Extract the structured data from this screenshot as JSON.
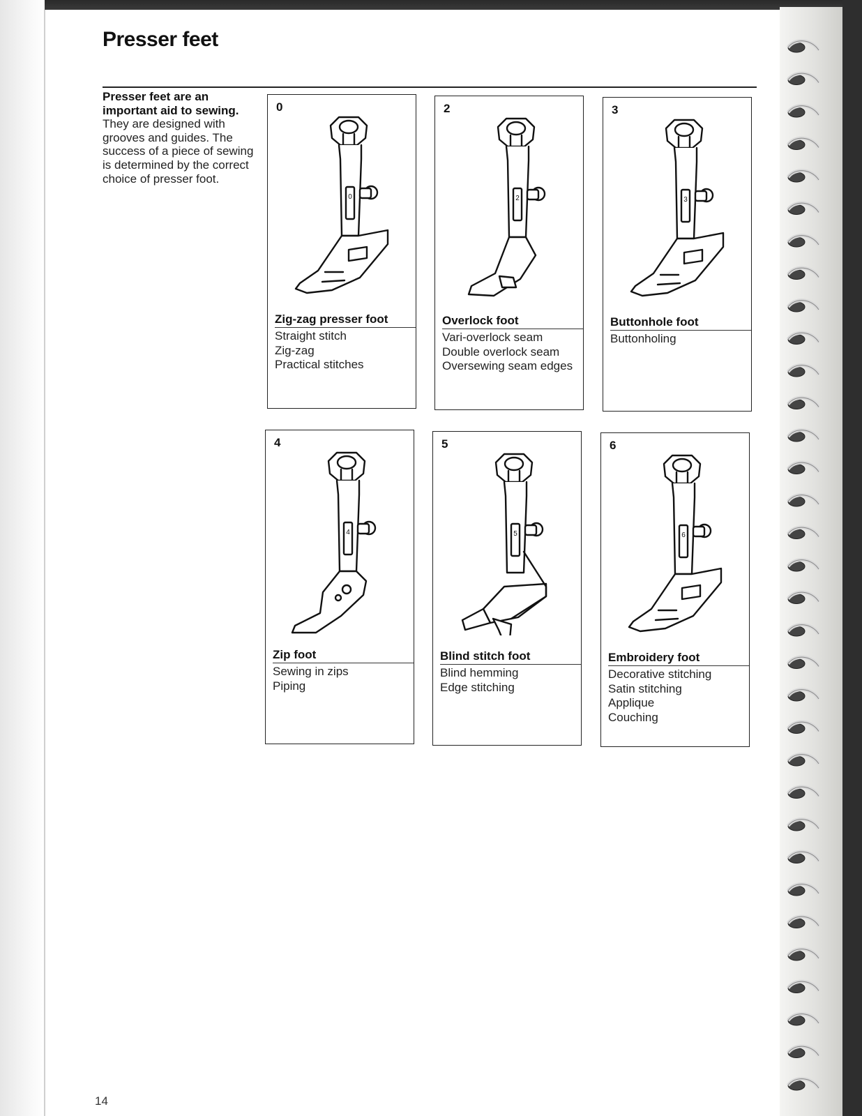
{
  "page": {
    "title": "Presser feet",
    "page_number": "14",
    "intro_lead": "Presser feet are an important aid to sewing.",
    "intro_body": "They are designed with grooves and guides. The success of a piece of sewing is determined by the correct choice of presser foot."
  },
  "feet": [
    {
      "number": "0",
      "name": "Zig-zag presser foot",
      "uses": [
        "Straight stitch",
        "Zig-zag",
        "Practical stitches"
      ]
    },
    {
      "number": "2",
      "name": "Overlock foot",
      "uses": [
        "Vari-overlock seam",
        "Double overlock seam",
        "Oversewing seam edges"
      ]
    },
    {
      "number": "3",
      "name": "Buttonhole foot",
      "uses": [
        "Buttonholing"
      ]
    },
    {
      "number": "4",
      "name": "Zip foot",
      "uses": [
        "Sewing in zips",
        "Piping"
      ]
    },
    {
      "number": "5",
      "name": "Blind stitch foot",
      "uses": [
        "Blind hemming",
        "Edge stitching"
      ]
    },
    {
      "number": "6",
      "name": "Embroidery foot",
      "uses": [
        "Decorative stitching",
        "Satin stitching",
        "Applique",
        "Couching"
      ]
    }
  ],
  "colors": {
    "ink": "#111111",
    "paper": "#ffffff",
    "binding": "#2e2e2e"
  },
  "icons": [
    "presser-foot-illustration",
    "spiral-binding"
  ]
}
